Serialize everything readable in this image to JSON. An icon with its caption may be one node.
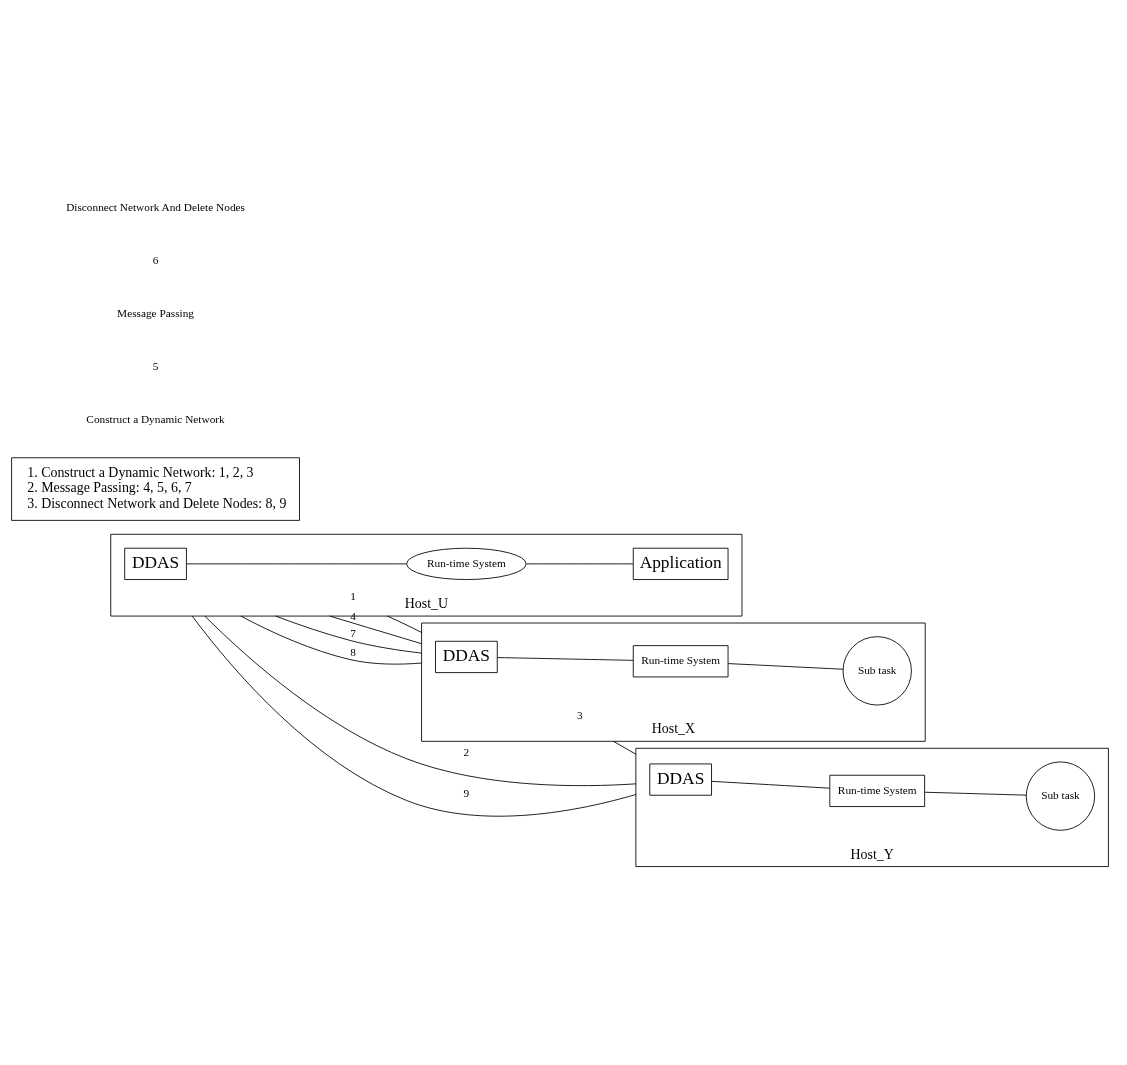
{
  "diagram": {
    "nodes": [
      {
        "text": [
          "Host_U"
        ]
      },
      {
        "text": [
          "DDAS"
        ],
        "in": 0
      },
      {
        "text": [
          "Run-time System"
        ],
        "in": 0
      },
      {
        "text": [
          "Application"
        ],
        "in": 0
      },
      {
        "text": [
          "Host_X"
        ]
      },
      {
        "text": [
          "DDAS"
        ],
        "in": 4
      },
      {
        "text": [
          "Run-time System"
        ],
        "in": 4
      },
      {
        "text": [
          "Sub task"
        ],
        "in": 4
      },
      {
        "text": [
          "Host_Y"
        ]
      },
      {
        "text": [
          "DDAS"
        ],
        "in": 8
      },
      {
        "text": [
          "Run-time System"
        ],
        "in": 8
      },
      {
        "text": [
          "Sub task"
        ],
        "in": 8
      },
      {
        "text": [
          "1. Construct a Dynamic Network: 1, 2, 3",
          "2. Message Passing: 4, 5, 6, 7",
          "3. Disconnect Network and Delete Nodes: 8, 9"
        ]
      }
    ],
    "edges": [
      {
        "from": 1,
        "to": 2,
        "arrow": "none"
      },
      {
        "from": 2,
        "to": 3,
        "arrow": "none"
      },
      {
        "from": 5,
        "to": 6,
        "arrow": "none"
      },
      {
        "from": 6,
        "to": 7,
        "arrow": "none"
      },
      {
        "from": 9,
        "to": 10,
        "arrow": "none"
      },
      {
        "from": 10,
        "to": 11,
        "arrow": "none"
      },
      {
        "from": 0,
        "to": 4,
        "arrow": "none",
        "label": "1"
      },
      {
        "from": 0,
        "to": 4,
        "arrow": "none",
        "label": "4"
      },
      {
        "from": 0,
        "to": 4,
        "arrow": "none",
        "label": "7"
      },
      {
        "from": 0,
        "to": 4,
        "arrow": "none",
        "label": "8"
      },
      {
        "from": 0,
        "to": 8,
        "arrow": "none",
        "label": "2"
      },
      {
        "from": 0,
        "to": 8,
        "arrow": "none",
        "label": "9"
      },
      {
        "from": 4,
        "to": 8,
        "arrow": "none",
        "label": "3"
      }
    ],
    "labels": [
      "Construct a Dynamic Network",
      "5",
      "Message Passing",
      "6",
      "Disconnect Network And Delete Nodes"
    ]
  }
}
